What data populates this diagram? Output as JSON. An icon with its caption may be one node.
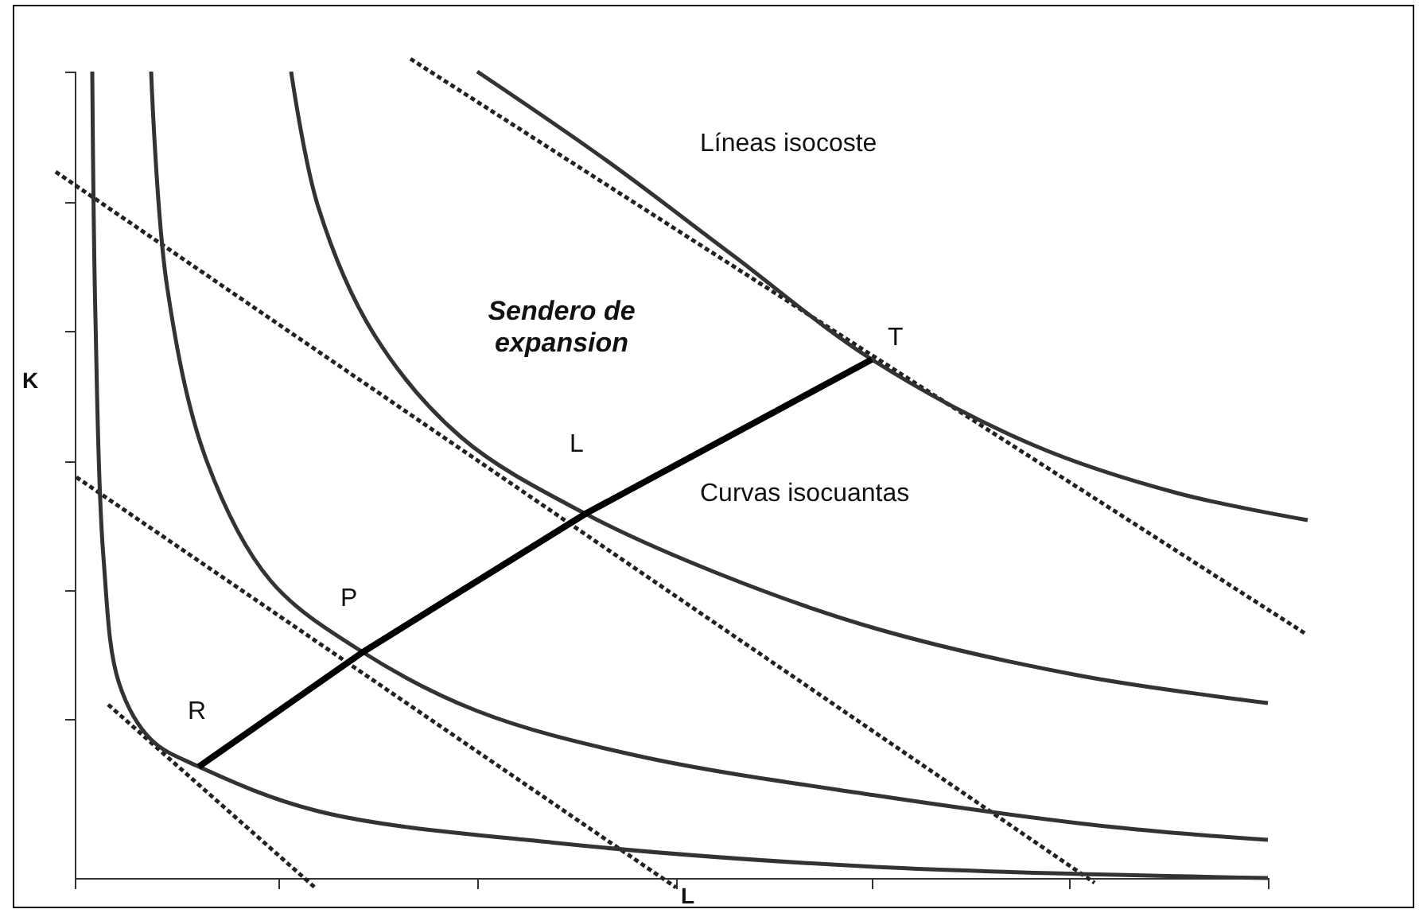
{
  "diagram": {
    "labels": [
      "Líneas isocoste",
      "Sendero de expansion",
      "T",
      "L",
      "Curvas isocuantas",
      "P",
      "R",
      "K",
      "L"
    ]
  }
}
